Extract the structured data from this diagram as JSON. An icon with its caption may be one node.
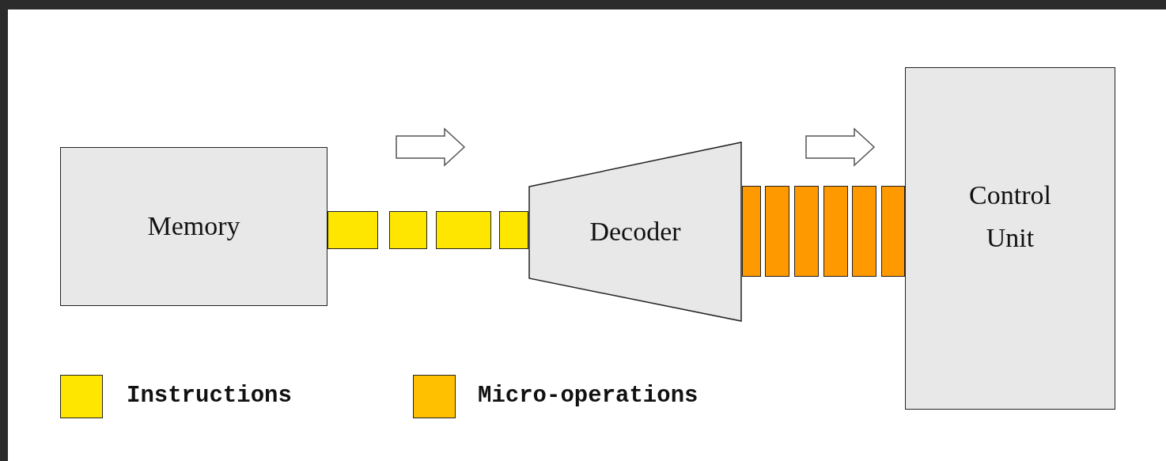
{
  "diagram": {
    "nodes": [
      {
        "text": [
          "Memory"
        ]
      },
      {
        "text": [],
        "shape": "bar"
      },
      {
        "text": [],
        "shape": "bar"
      },
      {
        "text": [],
        "shape": "bar"
      },
      {
        "text": [],
        "shape": "bar"
      },
      {
        "text": [
          "Decoder"
        ]
      },
      {
        "text": [],
        "shape": "bar"
      },
      {
        "text": [],
        "shape": "bar"
      },
      {
        "text": [],
        "shape": "bar"
      },
      {
        "text": [],
        "shape": "bar"
      },
      {
        "text": [],
        "shape": "bar"
      },
      {
        "text": [],
        "shape": "bar"
      },
      {
        "text": [
          "Control Unit"
        ]
      }
    ],
    "legend": [
      {
        "text": "Instructions",
        "color": "#ffe600"
      },
      {
        "text": "Micro-operations",
        "color": "#ffc000"
      }
    ]
  }
}
